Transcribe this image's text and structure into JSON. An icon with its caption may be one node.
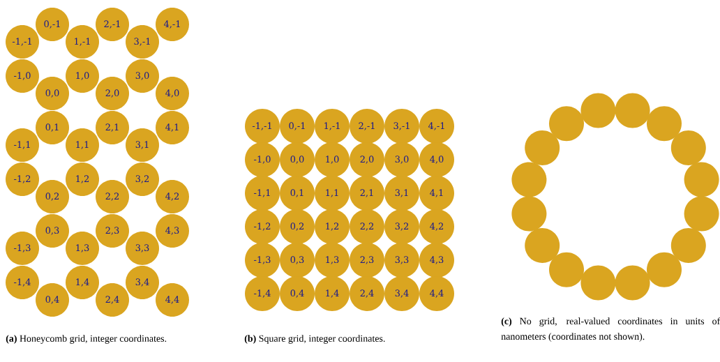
{
  "diagram": {
    "nodes": [
      {
        "text": [
          "-1,-1"
        ]
      },
      {
        "text": [
          "0,-1"
        ]
      },
      {
        "text": [
          "1,-1"
        ]
      },
      {
        "text": [
          "2,-1"
        ]
      },
      {
        "text": [
          "3,-1"
        ]
      },
      {
        "text": [
          "4,-1"
        ]
      },
      {
        "text": [
          "-1,0"
        ]
      },
      {
        "text": [
          "0,0"
        ]
      },
      {
        "text": [
          "1,0"
        ]
      },
      {
        "text": [
          "2,0"
        ]
      },
      {
        "text": [
          "3,0"
        ]
      },
      {
        "text": [
          "4,0"
        ]
      },
      {
        "text": [
          "-1,1"
        ]
      },
      {
        "text": [
          "0,1"
        ]
      },
      {
        "text": [
          "1,1"
        ]
      },
      {
        "text": [
          "2,1"
        ]
      },
      {
        "text": [
          "3,1"
        ]
      },
      {
        "text": [
          "4,1"
        ]
      },
      {
        "text": [
          "-1,2"
        ]
      },
      {
        "text": [
          "0,2"
        ]
      },
      {
        "text": [
          "1,2"
        ]
      },
      {
        "text": [
          "2,2"
        ]
      },
      {
        "text": [
          "3,2"
        ]
      },
      {
        "text": [
          "4,2"
        ]
      },
      {
        "text": [
          "-1,3"
        ]
      },
      {
        "text": [
          "0,3"
        ]
      },
      {
        "text": [
          "1,3"
        ]
      },
      {
        "text": [
          "2,3"
        ]
      },
      {
        "text": [
          "3,3"
        ]
      },
      {
        "text": [
          "4,3"
        ]
      },
      {
        "text": [
          "-1,4"
        ]
      },
      {
        "text": [
          "0,4"
        ]
      },
      {
        "text": [
          "1,4"
        ]
      },
      {
        "text": [
          "2,4"
        ]
      },
      {
        "text": [
          "3,4"
        ]
      },
      {
        "text": [
          "4,4"
        ]
      },
      {
        "text": [
          "-1,-1"
        ]
      },
      {
        "text": [
          "0,-1"
        ]
      },
      {
        "text": [
          "1,-1"
        ]
      },
      {
        "text": [
          "2,-1"
        ]
      },
      {
        "text": [
          "3,-1"
        ]
      },
      {
        "text": [
          "4,-1"
        ]
      },
      {
        "text": [
          "-1,0"
        ]
      },
      {
        "text": [
          "0,0"
        ]
      },
      {
        "text": [
          "1,0"
        ]
      },
      {
        "text": [
          "2,0"
        ]
      },
      {
        "text": [
          "3,0"
        ]
      },
      {
        "text": [
          "4,0"
        ]
      },
      {
        "text": [
          "-1,1"
        ]
      },
      {
        "text": [
          "0,1"
        ]
      },
      {
        "text": [
          "1,1"
        ]
      },
      {
        "text": [
          "2,1"
        ]
      },
      {
        "text": [
          "3,1"
        ]
      },
      {
        "text": [
          "4,1"
        ]
      },
      {
        "text": [
          "-1,2"
        ]
      },
      {
        "text": [
          "0,2"
        ]
      },
      {
        "text": [
          "1,2"
        ]
      },
      {
        "text": [
          "2,2"
        ]
      },
      {
        "text": [
          "3,2"
        ]
      },
      {
        "text": [
          "4,2"
        ]
      },
      {
        "text": [
          "-1,3"
        ]
      },
      {
        "text": [
          "0,3"
        ]
      },
      {
        "text": [
          "1,3"
        ]
      },
      {
        "text": [
          "2,3"
        ]
      },
      {
        "text": [
          "3,3"
        ]
      },
      {
        "text": [
          "4,3"
        ]
      },
      {
        "text": [
          "-1,4"
        ]
      },
      {
        "text": [
          "0,4"
        ]
      },
      {
        "text": [
          "1,4"
        ]
      },
      {
        "text": [
          "2,4"
        ]
      },
      {
        "text": [
          "3,4"
        ]
      },
      {
        "text": [
          "4,4"
        ]
      },
      {
        "text": [],
        "shape": "circle"
      },
      {
        "text": [],
        "shape": "circle"
      },
      {
        "text": [],
        "shape": "circle"
      },
      {
        "text": [],
        "shape": "circle"
      },
      {
        "text": [],
        "shape": "circle"
      },
      {
        "text": [],
        "shape": "circle"
      },
      {
        "text": [],
        "shape": "circle"
      },
      {
        "text": [],
        "shape": "circle"
      },
      {
        "text": [],
        "shape": "circle"
      },
      {
        "text": [],
        "shape": "circle"
      },
      {
        "text": [],
        "shape": "circle"
      },
      {
        "text": [],
        "shape": "circle"
      },
      {
        "text": [],
        "shape": "circle"
      },
      {
        "text": [],
        "shape": "circle"
      },
      {
        "text": [],
        "shape": "circle"
      },
      {
        "text": [],
        "shape": "circle"
      }
    ],
    "labels": [
      "**(a)** Honeycomb grid, integer coordinates.",
      "**(b)** Square grid, integer coordinates.",
      "**(c)** No grid, real-valued coordinates in units of nanometers (coordinates not shown)."
    ]
  }
}
